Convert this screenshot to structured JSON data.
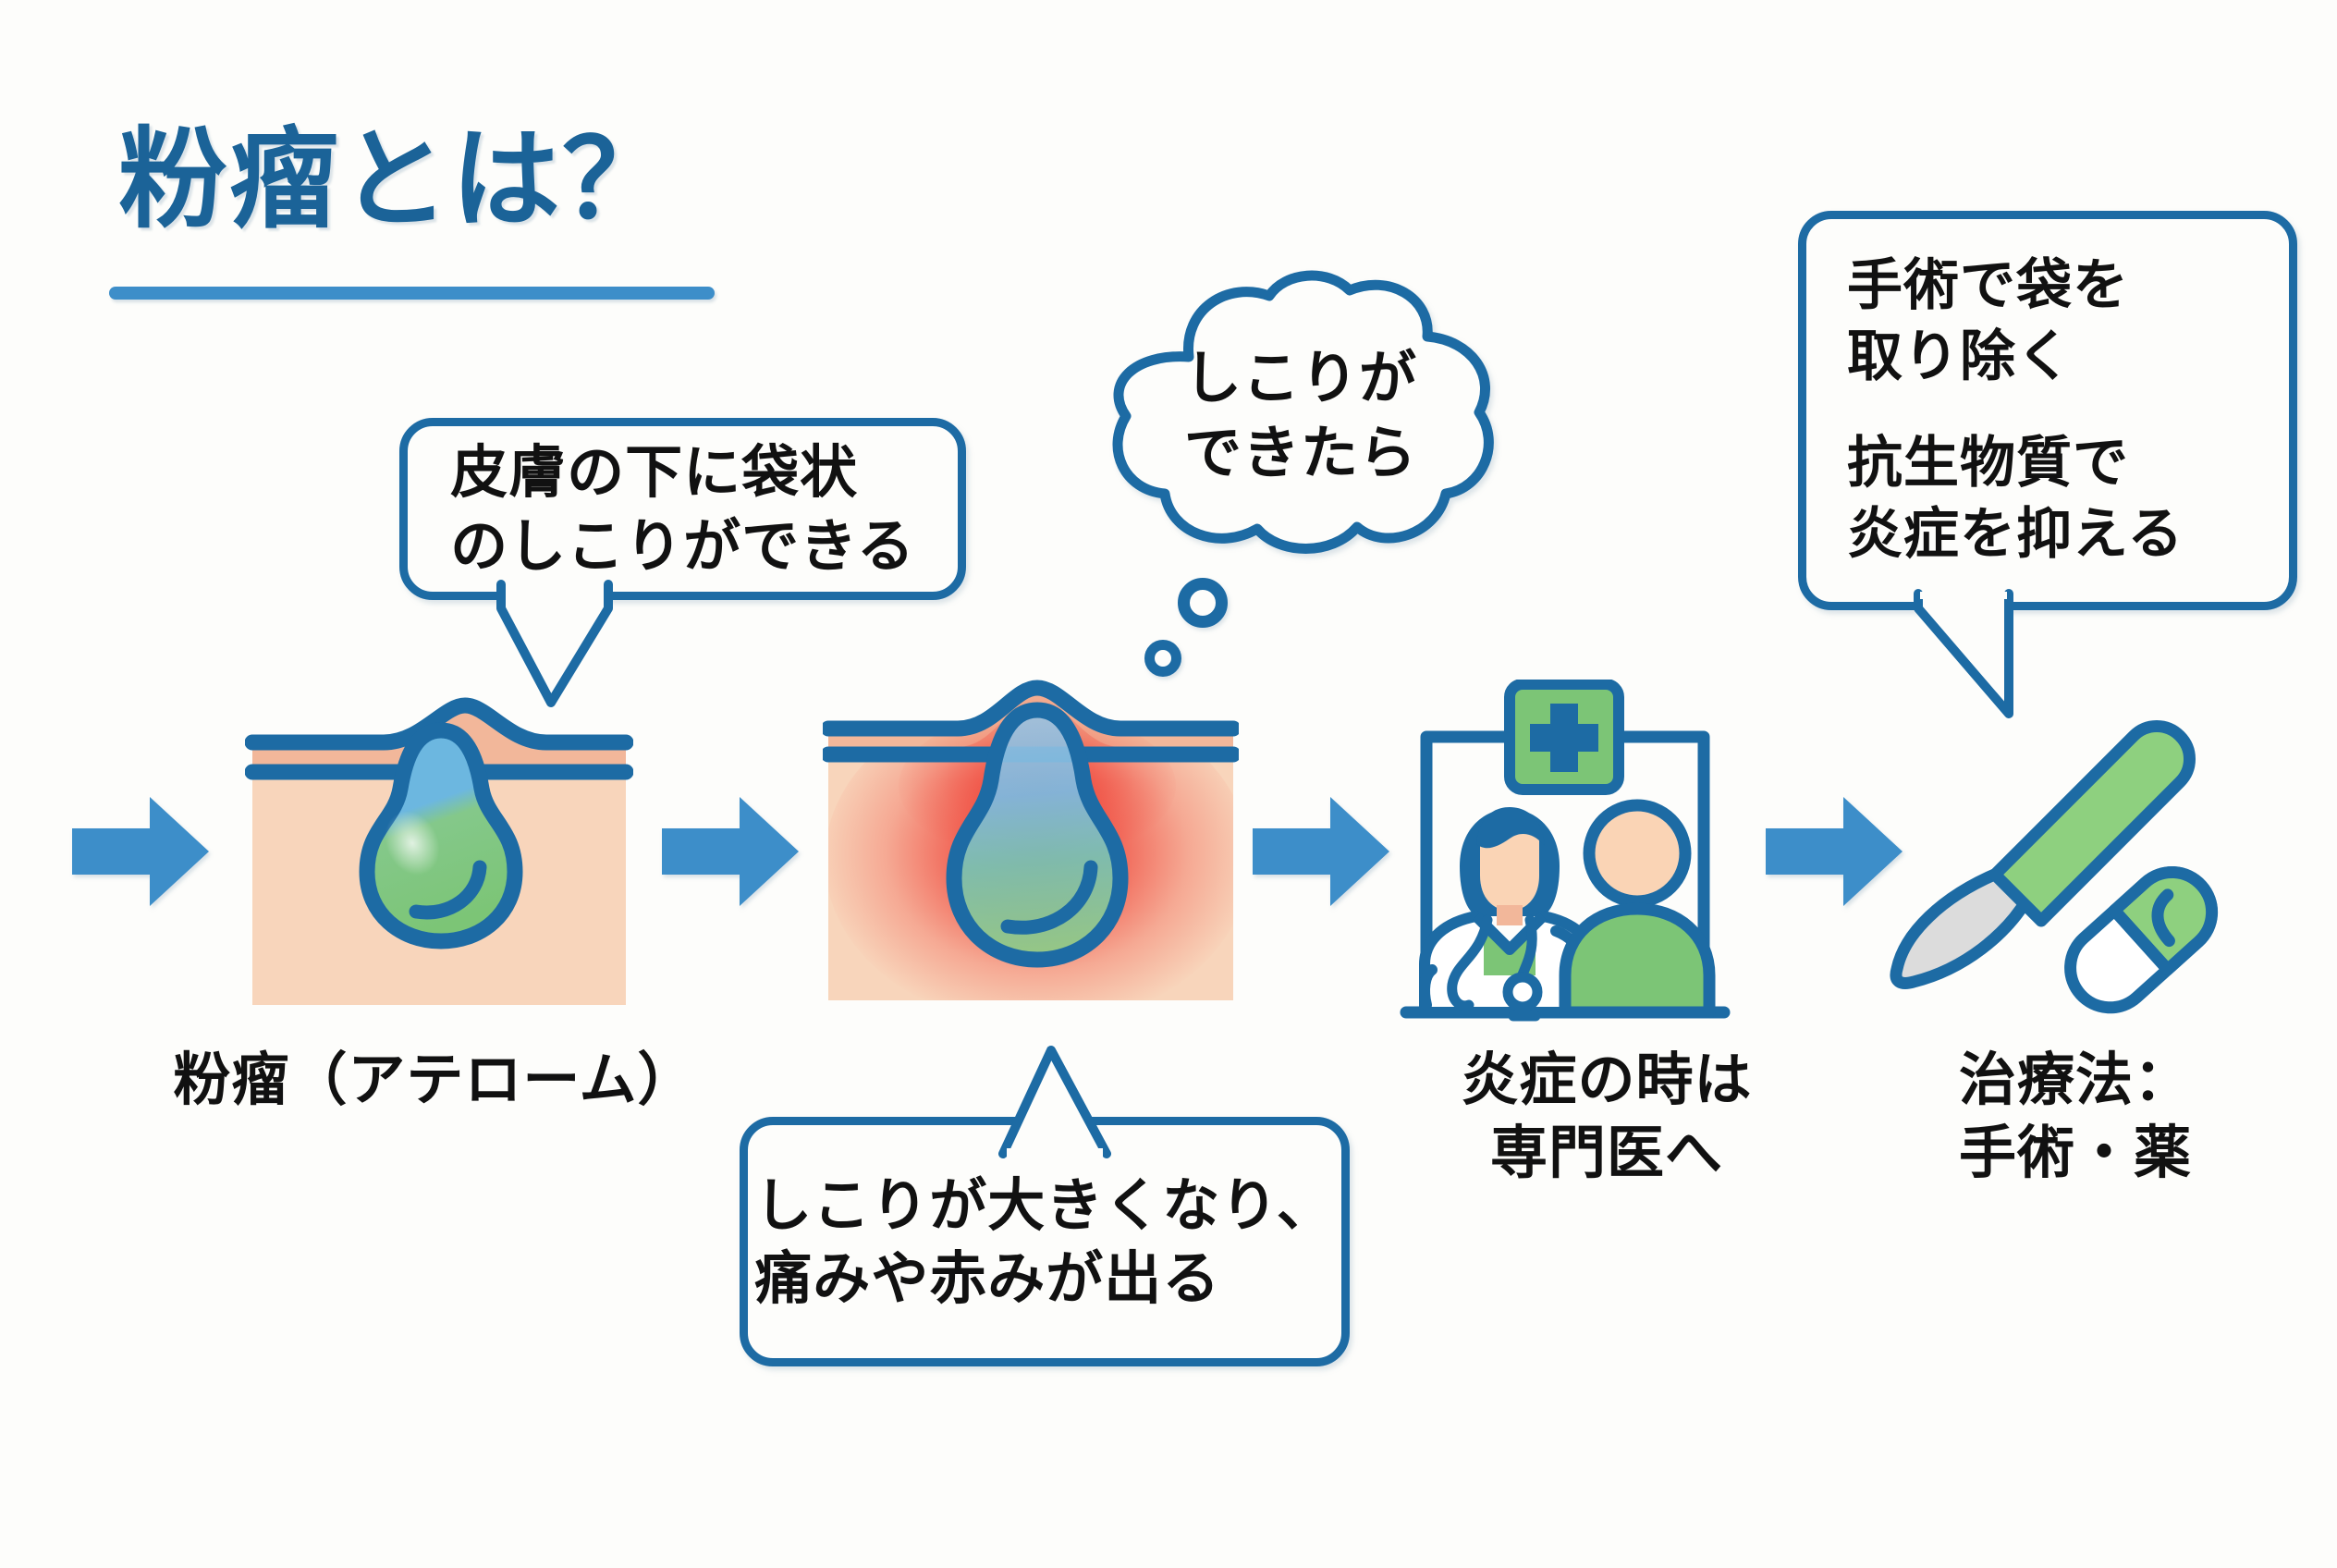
{
  "title": "粉瘤とは？",
  "colors": {
    "background": "#fdfdfb",
    "title_blue": "#1b6398",
    "outline_blue": "#1d6ba4",
    "arrow_blue": "#3d8ec9",
    "green": "#7cc576",
    "skin_light": "#f8d5bb",
    "skin_band": "#f2b79a",
    "inflammation_red": "#ef4136",
    "cyst_blue": "#6cb7e0",
    "blade_silver": "#dcdcdc"
  },
  "bubbles": {
    "bubble1": {
      "name": "skin-lump-description",
      "text": "皮膚の下に袋状\nのしこりができる"
    },
    "cloud": {
      "name": "if-lump-appears",
      "text": "しこりが\nできたら"
    },
    "bubble2": {
      "name": "inflammation-symptoms",
      "text": "しこりが大きくなり、\n痛みや赤みが出る"
    },
    "bubble3": {
      "name": "treatment-options",
      "line1": "手術で袋を\n取り除く",
      "line2": "抗生物質で\n炎症を抑える"
    }
  },
  "captions": {
    "step1": "粉瘤（アテローム）",
    "step3": "炎症の時は\n専門医へ",
    "step4": "治療法：\n手術・薬"
  },
  "steps": [
    {
      "id": 1,
      "icon": "skin-cyst-diagram",
      "label": "粉瘤（アテローム）"
    },
    {
      "id": 2,
      "icon": "inflamed-skin-cyst-diagram",
      "label": ""
    },
    {
      "id": 3,
      "icon": "doctor-patient-clinic-icon",
      "label": "炎症の時は\n専門医へ"
    },
    {
      "id": 4,
      "icon": "scalpel-and-pill-icon",
      "label": "治療法：\n手術・薬"
    }
  ],
  "arrows": {
    "count": 4,
    "direction": "right"
  }
}
